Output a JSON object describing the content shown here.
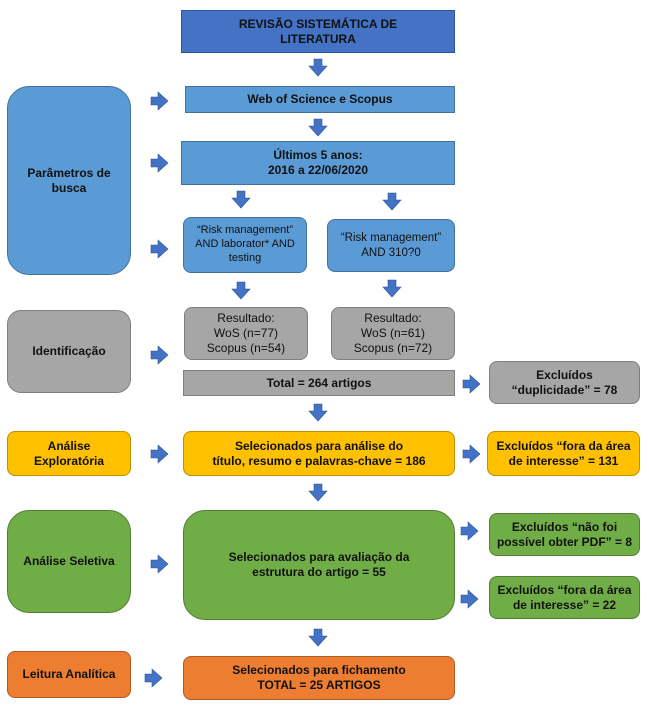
{
  "title": "REVISÃO SISTEMÁTICA DE\nLITERATURA",
  "stages": {
    "busca": "Parâmetros de\nbusca",
    "identificacao": "Identificação",
    "exploratoria": "Análise\nExploratória",
    "seletiva": "Análise Seletiva",
    "analitica": "Leitura Analítica"
  },
  "boxes": {
    "databases": "Web of Science e Scopus",
    "years": "Últimos 5 anos:\n2016 a 22/06/2020",
    "query1": "“Risk management”\nAND laborator* AND\ntesting",
    "query2": "“Risk management”\nAND 310?0",
    "result1": "Resultado:\nWoS (n=77)\nScopus (n=54)",
    "result2": "Resultado:\nWoS (n=61)\nScopus (n=72)",
    "total": "Total = 264 artigos",
    "excl_dup": "Excluídos\n“duplicidade” = 78",
    "sel_titulo": "Selecionados para análise do\ntítulo, resumo e palavras-chave = 186",
    "excl_area1": "Excluídos “fora da área\nde interesse” = 131",
    "sel_estrutura": "Selecionados para avaliação da\nestrutura do artigo = 55",
    "excl_pdf": "Excluídos “não foi\npossível obter PDF” = 8",
    "excl_area2": "Excluídos “fora da área\nde interesse” = 22",
    "sel_fich": "Selecionados para fichamento\nTOTAL = 25 ARTIGOS"
  },
  "colors": {
    "arrow": "#4472C4",
    "blue_dark": "#4472C4",
    "blue": "#5B9BD5",
    "gray": "#A6A6A6",
    "yellow": "#FFC000",
    "green": "#70AD47",
    "orange": "#ED7D31"
  }
}
